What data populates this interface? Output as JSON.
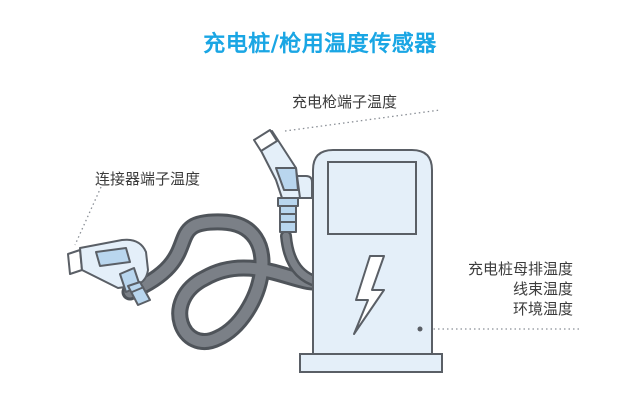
{
  "title": "充电桩/枪用温度传感器",
  "labels": {
    "gun_terminal": "充电枪端子温度",
    "connector_terminal": "连接器端子温度",
    "busbar": "充电桩母排温度",
    "harness": "线束温度",
    "ambient": "环境温度"
  },
  "colors": {
    "title": "#1aa6e4",
    "outline": "#5a5f66",
    "fill_light": "#e4eff9",
    "fill_blue": "#b9d6ee",
    "cable": "#6e737a"
  }
}
